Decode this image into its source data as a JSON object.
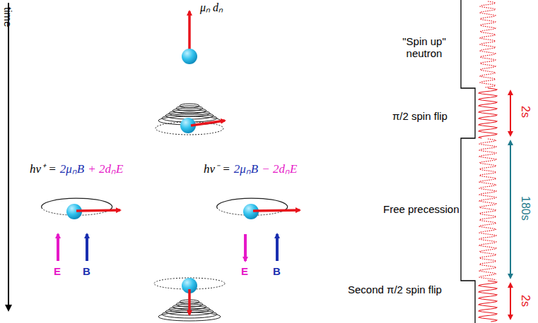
{
  "diagram": {
    "labels": [
      "time",
      "μₙ dₙ",
      "hν⁺ =",
      "2μₙB",
      "+ 2dₙE",
      "hν⁻ =",
      "2μₙB",
      "− 2dₙE",
      "E",
      "B",
      "E",
      "B",
      "\"Spin up\" neutron",
      "π/2 spin flip",
      "Free precession",
      "Second π/2 spin flip",
      "2s",
      "180s",
      "2s"
    ]
  }
}
